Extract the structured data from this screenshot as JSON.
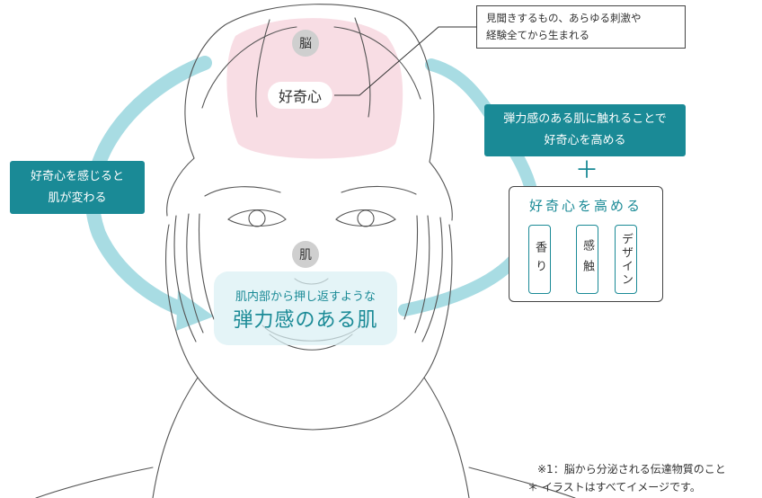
{
  "labels": {
    "brain": "脳",
    "curiosity": "好奇心",
    "skin": "肌"
  },
  "note_box": {
    "line1": "見聞きするもの、あらゆる刺激や",
    "line2": "経験全てから生まれる"
  },
  "left_callout": {
    "line1": "好奇心を感じると",
    "line2": "肌が変わる"
  },
  "right_callout": {
    "line1": "弾力感のある肌に触れることで",
    "line2": "好奇心を高める"
  },
  "plus": "＋",
  "raise_box": {
    "title": "好奇心を高める",
    "tags": [
      "香り",
      "感触",
      "デザイン"
    ]
  },
  "elastic_skin": {
    "subtitle": "肌内部から押し返すような",
    "title": "弾力感のある肌"
  },
  "footnotes": [
    "※1：脳から分泌される伝達物質のこと",
    "＊ イラストはすべてイメージです。"
  ],
  "colors": {
    "teal": "#1a8a96",
    "arrow": "#a8dce3",
    "brain_pink": "#f8dde4",
    "line_art": "#555555"
  }
}
